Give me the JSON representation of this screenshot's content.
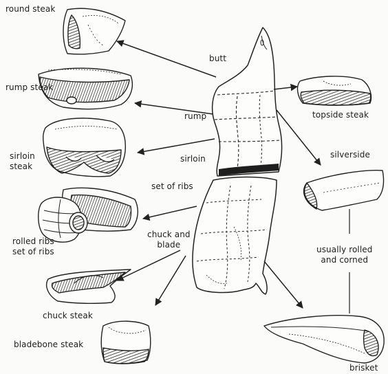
{
  "diagram": {
    "side_labels": {
      "round_steak": "round steak",
      "rump_steak": "rump steak",
      "sirloin_steak": "sirloin\nsteak",
      "rolled_ribs": "rolled ribs\nset of ribs",
      "chuck_steak": "chuck steak",
      "bladebone_steak": "bladebone steak",
      "topside_steak": "topside steak",
      "silverside": "silverside",
      "rolled_corned": "usually rolled\nand corned",
      "brisket": "brisket"
    },
    "carcass_labels": {
      "butt": "butt",
      "rump": "rump",
      "sirloin": "sirloin",
      "set_of_ribs": "set of ribs",
      "chuck_and_blade": "chuck and\nblade"
    }
  }
}
